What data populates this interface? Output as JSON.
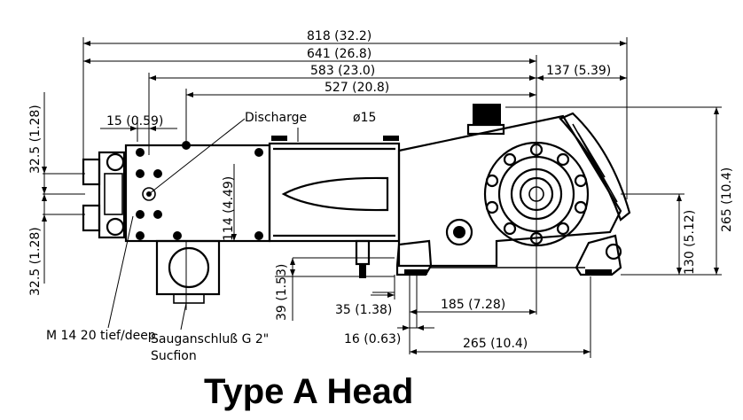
{
  "title": "Type A Head",
  "dimensions": {
    "overall_length": "818 (32.2)",
    "length_641": "641 (26.8)",
    "length_583": "583 (23.0)",
    "length_527": "527 (20.8)",
    "offset_137": "137 (5.39)",
    "bolt_15": "15 (0.59)",
    "diameter_15": "ø15",
    "height_114": "114 (4.49)",
    "pitch_upper": "32.5 (1.28)",
    "pitch_lower": "32.5 (1.28)",
    "height_39": "39 (1.53)",
    "gap_35": "35 (1.38)",
    "gap_16": "16 (0.63)",
    "span_185": "185 (7.28)",
    "span_265_bottom": "265 (10.4)",
    "height_130": "130 (5.12)",
    "height_265_right": "265 (10.4)"
  },
  "labels": {
    "discharge": "Discharge",
    "thread": "M 14 20 tief/deep",
    "suction_de": "Sauganschluß G 2\"",
    "suction_en": "Sucfion"
  }
}
